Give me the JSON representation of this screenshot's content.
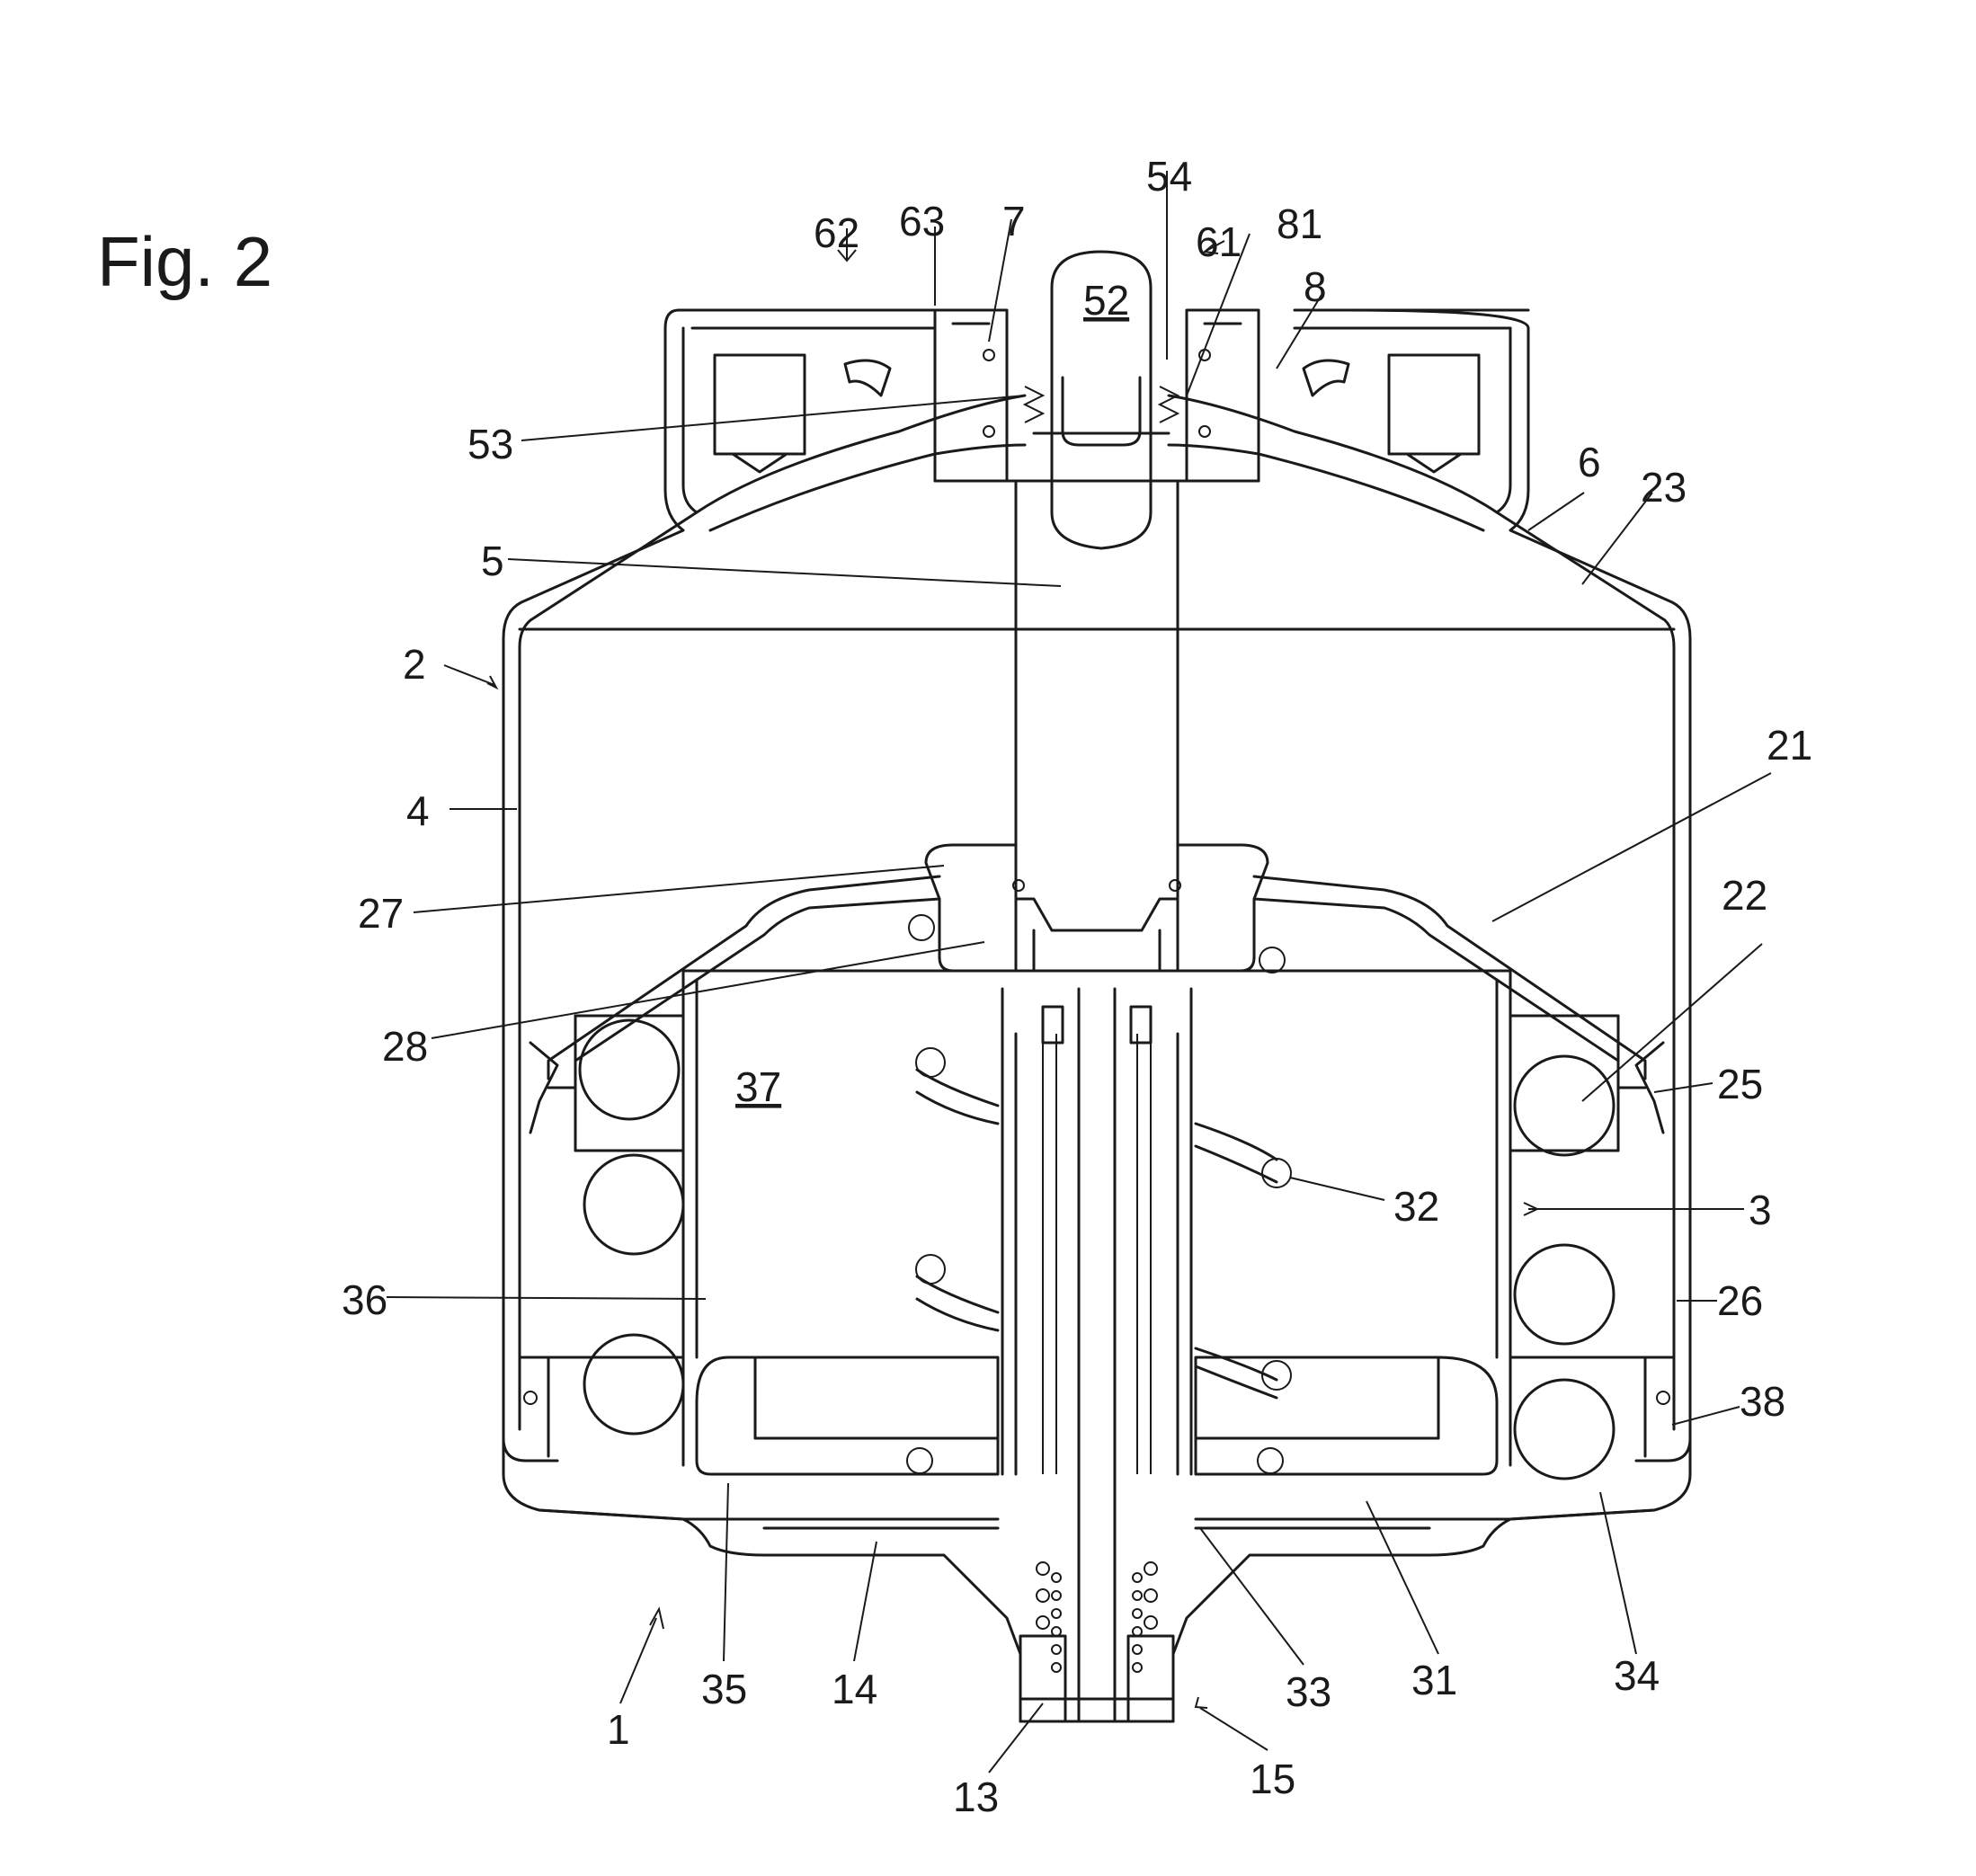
{
  "figure": {
    "title": "Fig. 2"
  },
  "labels": [
    "1",
    "2",
    "3",
    "4",
    "5",
    "6",
    "7",
    "8",
    "13",
    "14",
    "15",
    "21",
    "22",
    "23",
    "25",
    "26",
    "27",
    "28",
    "31",
    "32",
    "33",
    "34",
    "35",
    "36",
    "37",
    "38",
    "52",
    "53",
    "54",
    "61",
    "62",
    "63",
    "81"
  ],
  "underlined_labels": [
    "37",
    "52"
  ]
}
